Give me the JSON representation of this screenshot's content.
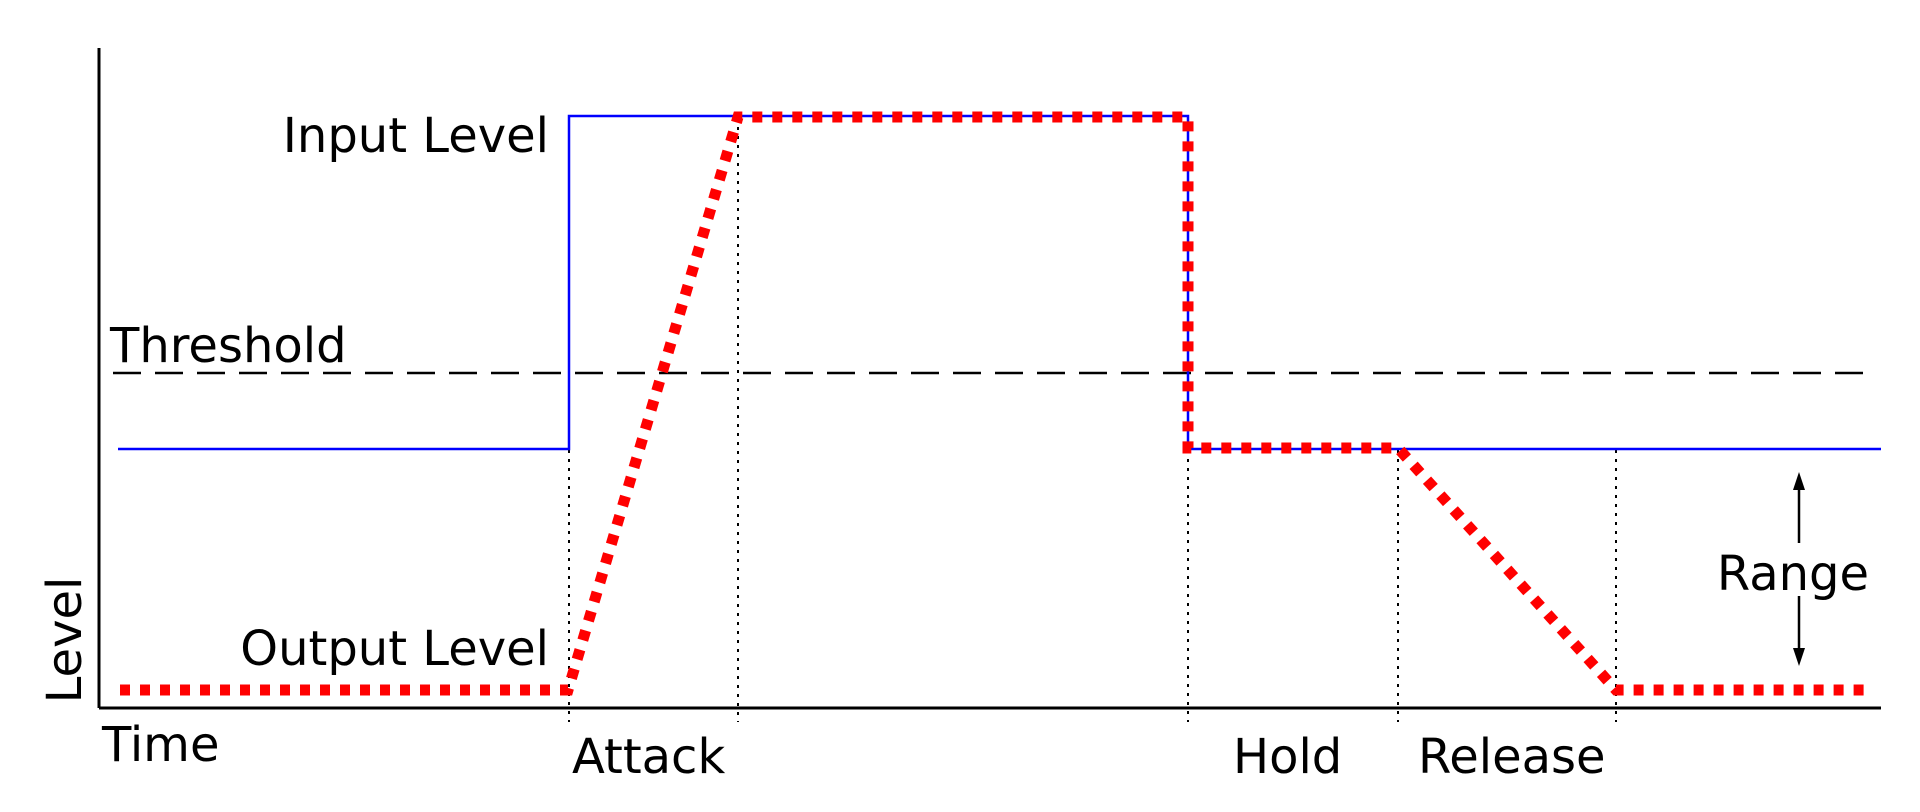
{
  "labels": {
    "input_level": "Input Level",
    "threshold": "Threshold",
    "output_level": "Output Level",
    "range": "Range",
    "y_axis": "Level",
    "x_axis": "Time",
    "attack": "Attack",
    "hold": "Hold",
    "release": "Release"
  },
  "colors": {
    "input_line": "#0000ff",
    "output_line": "#ff0000",
    "threshold_line": "#000000",
    "axis": "#000000",
    "marker_lines": "#000000"
  },
  "styles": {
    "input_line": "solid",
    "output_line": "dotted",
    "threshold_line": "dashed",
    "phase_markers": "dotted"
  }
}
